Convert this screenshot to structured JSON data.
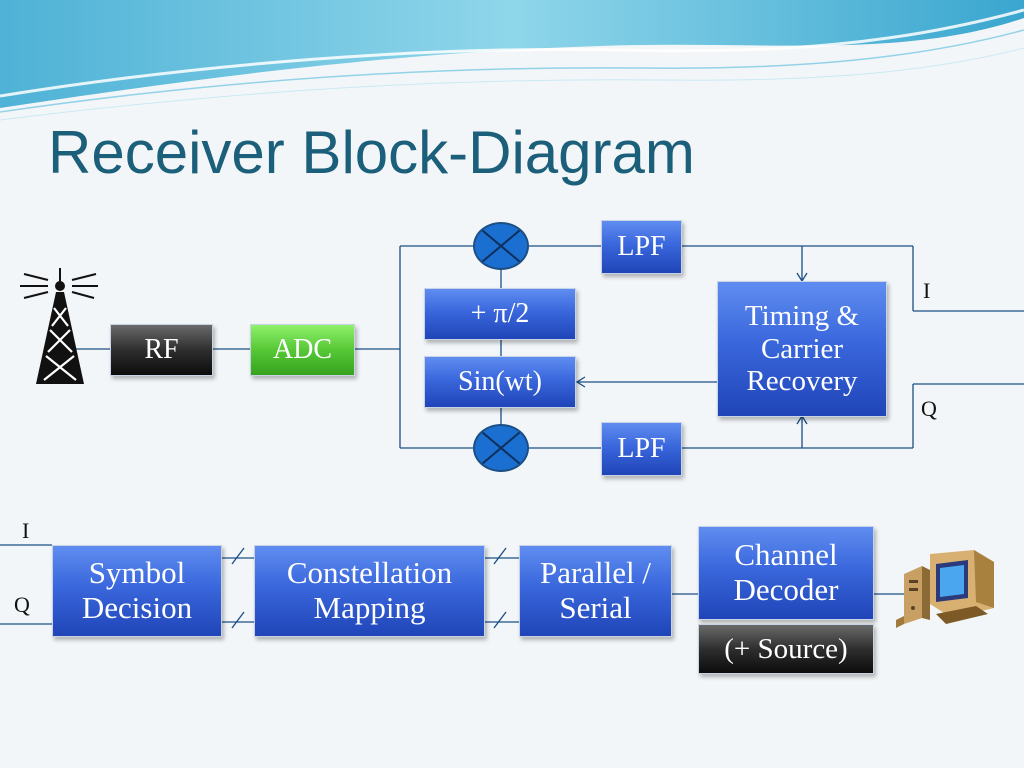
{
  "slide": {
    "title": "Receiver Block-Diagram"
  },
  "top_diagram": {
    "rf": "RF",
    "adc": "ADC",
    "phase_shift": "+ π/2",
    "oscillator": "Sin(wt)",
    "lpf_top": "LPF",
    "lpf_bottom": "LPF",
    "timing_recovery": [
      "Timing &",
      "Carrier",
      "Recovery"
    ],
    "output_i": "I",
    "output_q": "Q"
  },
  "bottom_diagram": {
    "input_i": "I",
    "input_q": "Q",
    "symbol_decision": [
      "Symbol",
      "Decision"
    ],
    "constellation_mapping": [
      "Constellation",
      "Mapping"
    ],
    "parallel_serial": [
      "Parallel /",
      "Serial"
    ],
    "channel_decoder": [
      "Channel",
      "Decoder"
    ],
    "source_decoder": "(+ Source)"
  },
  "icons": [
    "antenna-tower-icon",
    "mixer-icon",
    "computer-icon"
  ],
  "colors": {
    "title": "#1b5f7a",
    "block_blue": "#3a67dc",
    "block_green": "#56c836",
    "block_dark": "#2e2e2e",
    "lines": "#1b4f86"
  }
}
